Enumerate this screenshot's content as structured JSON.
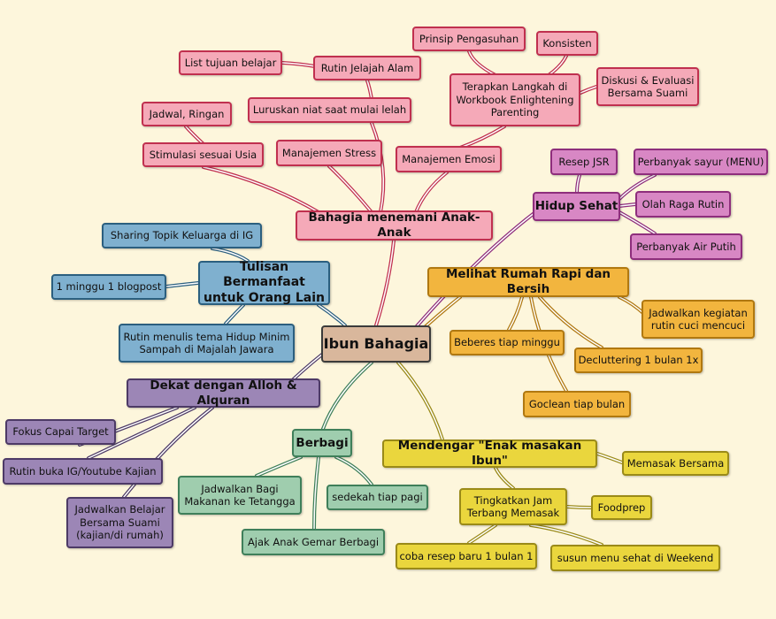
{
  "root": {
    "label": "Ibun Bahagia"
  },
  "anak": {
    "label": "Bahagia menemani Anak-Anak",
    "stimulasi": "Stimulasi sesuai Usia",
    "jadwal": "Jadwal, Ringan",
    "stress": "Manajemen Stress",
    "luruskan": "Luruskan niat saat mulai lelah",
    "rutin_alam": "Rutin Jelajah Alam",
    "list_tujuan": "List tujuan belajar",
    "emosi": "Manajemen Emosi",
    "terapkan": "Terapkan Langkah di\nWorkbook Enlightening\nParenting",
    "prinsip": "Prinsip Pengasuhan",
    "konsisten": "Konsisten",
    "diskusi": "Diskusi & Evaluasi\nBersama Suami"
  },
  "sehat": {
    "label": "Hidup Sehat",
    "resep": "Resep JSR",
    "sayur": "Perbanyak sayur (MENU)",
    "olahraga": "Olah Raga Rutin",
    "air": "Perbanyak Air Putih"
  },
  "rumah": {
    "label": "Melihat Rumah Rapi dan Bersih",
    "jadwalkan": "Jadwalkan kegiatan\nrutin cuci mencuci",
    "beberes": "Beberes tiap minggu",
    "declutter": "Decluttering 1 bulan 1x",
    "goclean": "Goclean tiap bulan"
  },
  "masakan": {
    "label": "Mendengar \"Enak masakan Ibun\"",
    "memasak": "Memasak Bersama",
    "jam": "Tingkatkan Jam\nTerbang Memasak",
    "foodprep": "Foodprep",
    "resep_baru": "coba resep baru 1 bulan 1",
    "menu_sehat": "susun menu sehat di Weekend"
  },
  "berbagi": {
    "label": "Berbagi",
    "makanan": "Jadwalkan Bagi\nMakanan ke Tetangga",
    "sedekah": "sedekah tiap pagi",
    "ajak": "Ajak Anak Gemar Berbagi"
  },
  "alloh": {
    "label": "Dekat dengan Alloh & Alquran",
    "fokus": "Fokus Capai Target",
    "rutin_ig": "Rutin buka IG/Youtube Kajian",
    "belajar": "Jadwalkan Belajar\nBersama Suami\n(kajian/di rumah)"
  },
  "tulisan": {
    "label": "Tulisan Bermanfaat\nuntuk Orang Lain",
    "sharing": "Sharing Topik Keluarga di IG",
    "blogpost": "1 minggu 1 blogpost",
    "menulis": "Rutin menulis tema Hidup Minim\nSampah di Majalah Jawara"
  },
  "colors": {
    "pink": "#c0304f",
    "purple": "#8e2e7c",
    "orange": "#b07810",
    "yellow": "#9a8a18",
    "green": "#3f7f5a",
    "violet": "#4d3a66",
    "blue": "#2b5f7f",
    "background": "#fdf6dc"
  }
}
